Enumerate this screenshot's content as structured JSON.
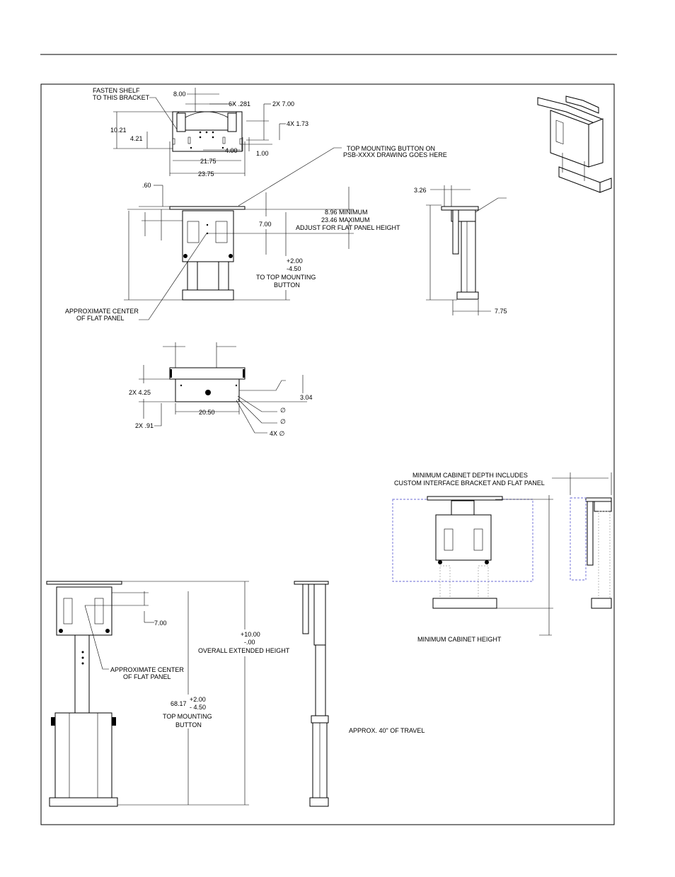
{
  "labels": {
    "fasten_shelf_1": "FASTEN SHELF",
    "fasten_shelf_2": "TO THIS BRACKET",
    "d_8_00": "8.00",
    "d_6x281": "6X .281",
    "d_2x700": "2X 7.00",
    "d_10_21": "10.21",
    "d_4_21": "4.21",
    "d_4x173": "4X 1.73",
    "d_4_00": "4.00",
    "d_1_00": "1.00",
    "d_21_75": "21.75",
    "d_23_75": "23.75",
    "top_btn_1": "TOP MOUNTING BUTTON ON",
    "top_btn_2": "PSB-XXXX DRAWING GOES HERE",
    "d_60": ".60",
    "d_8_96": "8.96 MINIMUM",
    "d_23_46": "23.46 MAXIMUM",
    "adjust": "ADJUST FOR FLAT PANEL HEIGHT",
    "d_7_00_a": "7.00",
    "tol_plus": "+2.00",
    "tol_minus": "-4.50",
    "to_top_1": "TO TOP MOUNTING",
    "to_top_2": "BUTTON",
    "approx_center_1": "APPROXIMATE CENTER",
    "approx_center_2": "OF FLAT PANEL",
    "d_3_26": "3.26",
    "d_7_75": "7.75",
    "d_2x425": "2X 4.25",
    "d_3_04": "3.04",
    "d_20_50": "20.50",
    "d_2x91": "2X .91",
    "dia_1": "∅",
    "dia_2": "∅",
    "dia_4x": "4X ∅",
    "min_depth_1": "MINIMUM CABINET DEPTH INCLUDES",
    "min_depth_2": "CUSTOM INTERFACE BRACKET AND FLAT PANEL",
    "min_height": "MINIMUM CABINET HEIGHT",
    "d_7_00_b": "7.00",
    "ext_plus": "+10.00",
    "ext_zero": "-.00",
    "ext_label": "OVERALL EXTENDED HEIGHT",
    "approx_center_b1": "APPROXIMATE CENTER",
    "approx_center_b2": "OF FLAT PANEL",
    "d_68_17": "68.17",
    "tol_plus_b": "+2.00",
    "tol_minus_b": "- 4.50",
    "top_mount_1": "TOP MOUNTING",
    "top_mount_2": "BUTTON",
    "travel": "APPROX. 40\" OF TRAVEL"
  }
}
